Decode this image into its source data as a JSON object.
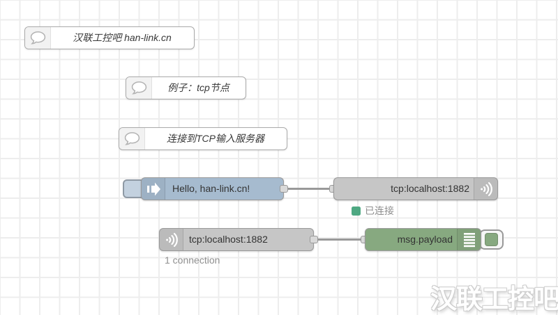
{
  "canvas": {
    "background": "#ffffff",
    "grid_line_color": "#ededed"
  },
  "comments": [
    {
      "label": "汉联工控吧 han-link.cn"
    },
    {
      "label": "例子：tcp节点"
    },
    {
      "label": "连接到TCP输入服务器"
    }
  ],
  "nodes": {
    "inject": {
      "label": "Hello, han-link.cn!",
      "color": "#a6bbcf"
    },
    "tcp_out": {
      "label": "tcp:localhost:1882",
      "color": "#c0c0c0",
      "status_text": "已连接",
      "status_color": "#4ea882"
    },
    "tcp_in": {
      "label": "tcp:localhost:1882",
      "color": "#c0c0c0",
      "status_text": "1 connection"
    },
    "debug": {
      "label": "msg.payload",
      "color": "#87a980"
    }
  },
  "watermark": "汉联工控吧"
}
